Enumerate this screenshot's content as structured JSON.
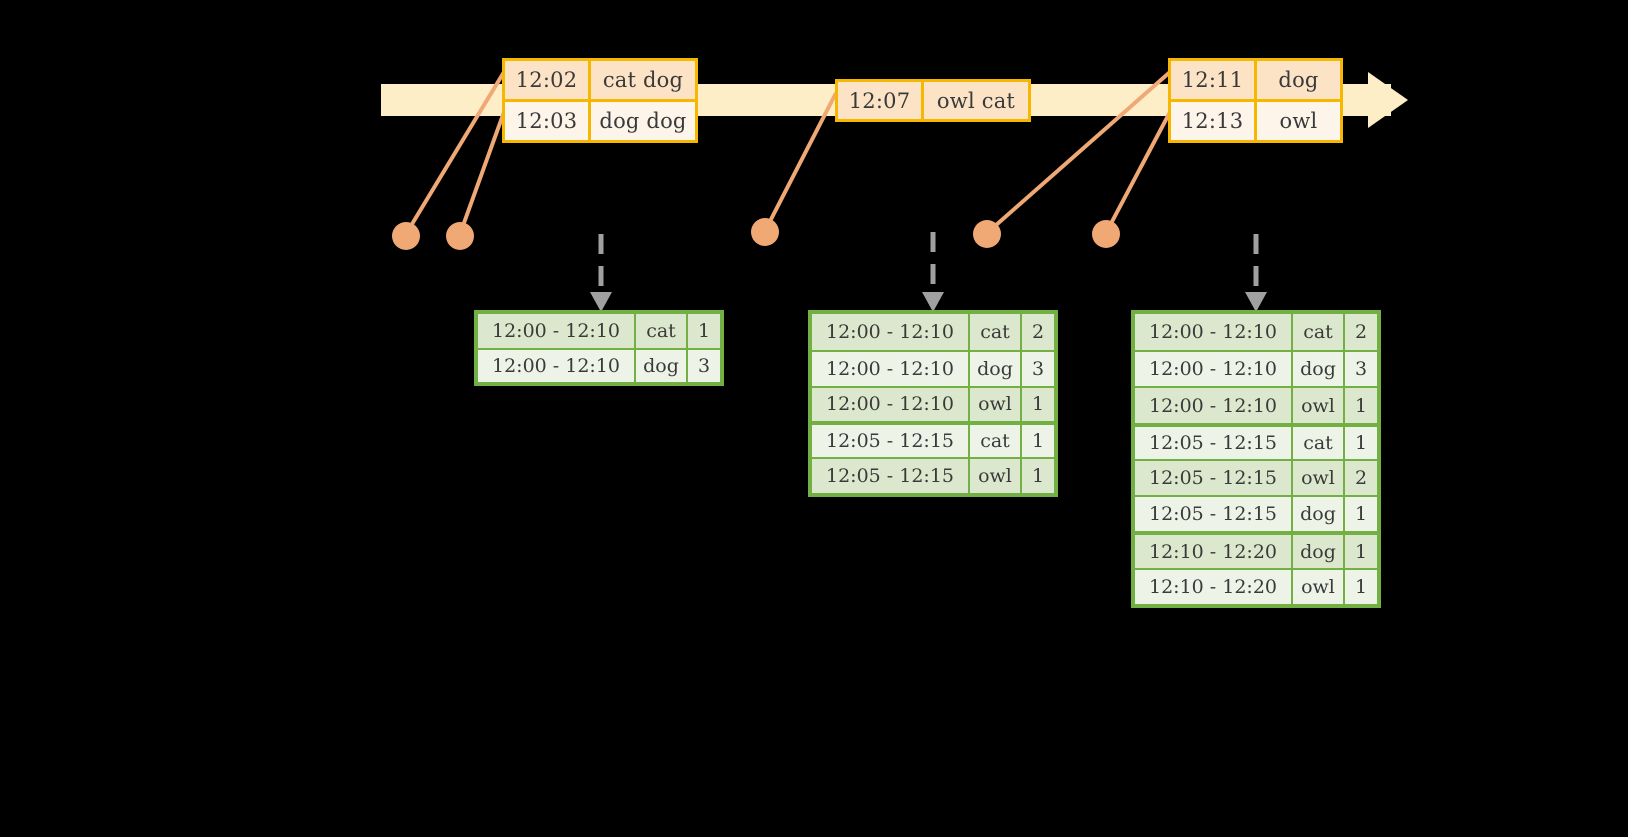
{
  "colors": {
    "background": "#000000",
    "timeline_fill": "#fdeec8",
    "event_border": "#f5b700",
    "event_shade": "#fce3c6",
    "event_plain": "#fdf4ea",
    "table_border": "#72b043",
    "table_shade": "#dce8cd",
    "table_plain": "#eef3e8",
    "connector": "#f0a875",
    "dashed_arrow": "#a0a0a0",
    "text": "#3a3a3a"
  },
  "timeline": {
    "name": "event-stream-timeline",
    "direction": "left-to-right",
    "event_groups": [
      {
        "id": "group-1",
        "events": [
          {
            "time": "12:02",
            "value": "cat dog"
          },
          {
            "time": "12:03",
            "value": "dog dog"
          }
        ]
      },
      {
        "id": "group-2",
        "events": [
          {
            "time": "12:07",
            "value": "owl cat"
          }
        ]
      },
      {
        "id": "group-3",
        "events": [
          {
            "time": "12:11",
            "value": "dog"
          },
          {
            "time": "12:13",
            "value": "owl"
          }
        ]
      }
    ]
  },
  "tables": [
    {
      "id": "result-table-1",
      "rows": [
        {
          "window": "12:00 - 12:10",
          "key": "cat",
          "count": "1",
          "shade": "shade",
          "sep": false
        },
        {
          "window": "12:00 - 12:10",
          "key": "dog",
          "count": "3",
          "shade": "plain",
          "sep": false
        }
      ]
    },
    {
      "id": "result-table-2",
      "rows": [
        {
          "window": "12:00 - 12:10",
          "key": "cat",
          "count": "2",
          "shade": "shade",
          "sep": false
        },
        {
          "window": "12:00 - 12:10",
          "key": "dog",
          "count": "3",
          "shade": "plain",
          "sep": false
        },
        {
          "window": "12:00 - 12:10",
          "key": "owl",
          "count": "1",
          "shade": "shade",
          "sep": false
        },
        {
          "window": "12:05 - 12:15",
          "key": "cat",
          "count": "1",
          "shade": "plain",
          "sep": true
        },
        {
          "window": "12:05 - 12:15",
          "key": "owl",
          "count": "1",
          "shade": "shade",
          "sep": false
        }
      ]
    },
    {
      "id": "result-table-3",
      "rows": [
        {
          "window": "12:00 - 12:10",
          "key": "cat",
          "count": "2",
          "shade": "shade",
          "sep": false
        },
        {
          "window": "12:00 - 12:10",
          "key": "dog",
          "count": "3",
          "shade": "plain",
          "sep": false
        },
        {
          "window": "12:00 - 12:10",
          "key": "owl",
          "count": "1",
          "shade": "shade",
          "sep": false
        },
        {
          "window": "12:05 - 12:15",
          "key": "cat",
          "count": "1",
          "shade": "plain",
          "sep": true
        },
        {
          "window": "12:05 - 12:15",
          "key": "owl",
          "count": "2",
          "shade": "shade",
          "sep": false
        },
        {
          "window": "12:05 - 12:15",
          "key": "dog",
          "count": "1",
          "shade": "plain",
          "sep": false
        },
        {
          "window": "12:10 - 12:20",
          "key": "dog",
          "count": "1",
          "shade": "shade",
          "sep": true
        },
        {
          "window": "12:10 - 12:20",
          "key": "owl",
          "count": "1",
          "shade": "plain",
          "sep": false
        }
      ]
    }
  ]
}
